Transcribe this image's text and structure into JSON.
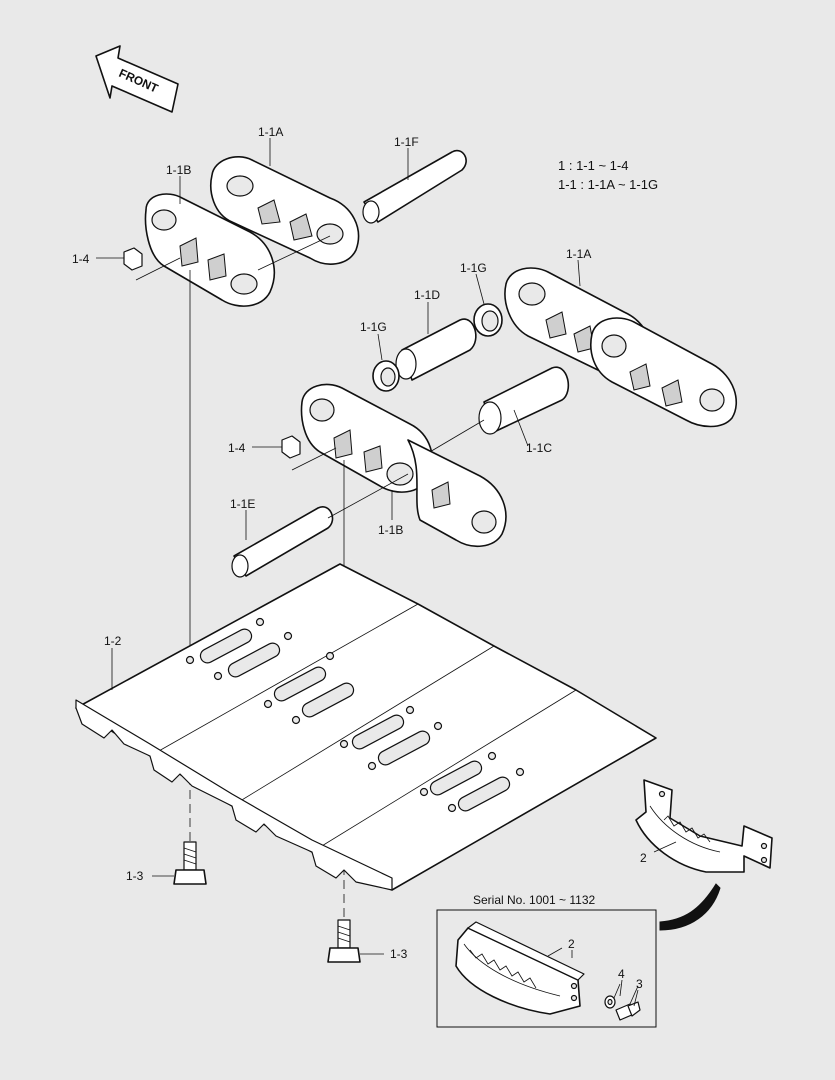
{
  "front_label": "FRONT",
  "legend": {
    "line1": "1 : 1-1 ~ 1-4",
    "line2": "1-1 : 1-1A ~ 1-1G"
  },
  "inset": {
    "title": "Serial No. 1001 ~ 1132"
  },
  "labels": {
    "link_outer_top": "1-1A",
    "pin_top": "1-1F",
    "link_inner_top": "1-1B",
    "nut_top": "1-4",
    "seal_right": "1-1G",
    "link_outer_right": "1-1A",
    "spacer": "1-1D",
    "seal_left": "1-1G",
    "nut_mid": "1-4",
    "bushing": "1-1C",
    "pin_bottom": "1-1E",
    "link_inner_bottom": "1-1B",
    "shoe_plate": "1-2",
    "bolt_left": "1-3",
    "bolt_right": "1-3",
    "handle": "2",
    "inset_handle": "2",
    "inset_washer": "4",
    "inset_bolt": "3"
  }
}
